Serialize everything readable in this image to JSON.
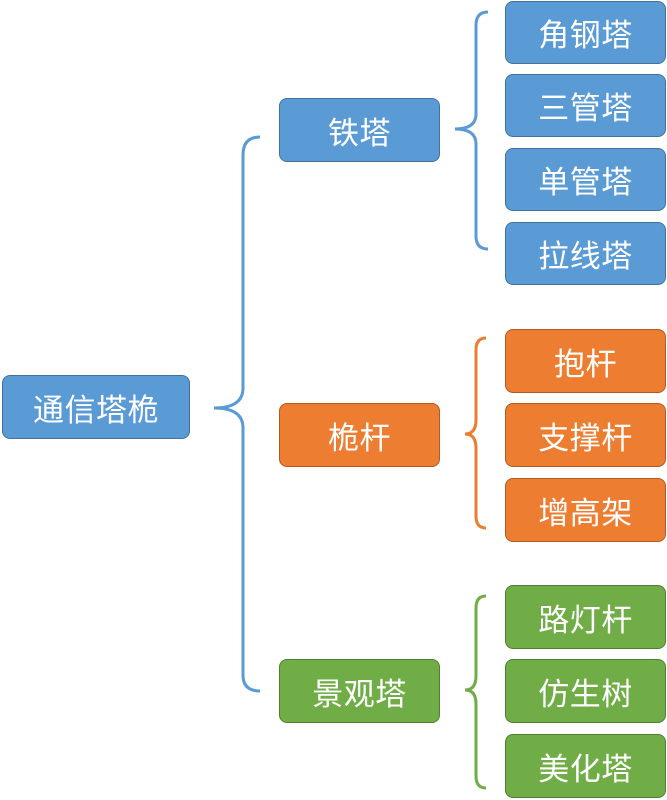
{
  "colors": {
    "blue": "#5b9bd5",
    "orange": "#ed7d31",
    "green": "#70ad47"
  },
  "root": {
    "label": "通信塔桅"
  },
  "branches": [
    {
      "label": "铁塔",
      "color": "blue",
      "children": [
        "角钢塔",
        "三管塔",
        "单管塔",
        "拉线塔"
      ]
    },
    {
      "label": "桅杆",
      "color": "orange",
      "children": [
        "抱杆",
        "支撑杆",
        "增高架"
      ]
    },
    {
      "label": "景观塔",
      "color": "green",
      "children": [
        "路灯杆",
        "仿生树",
        "美化塔"
      ]
    }
  ]
}
